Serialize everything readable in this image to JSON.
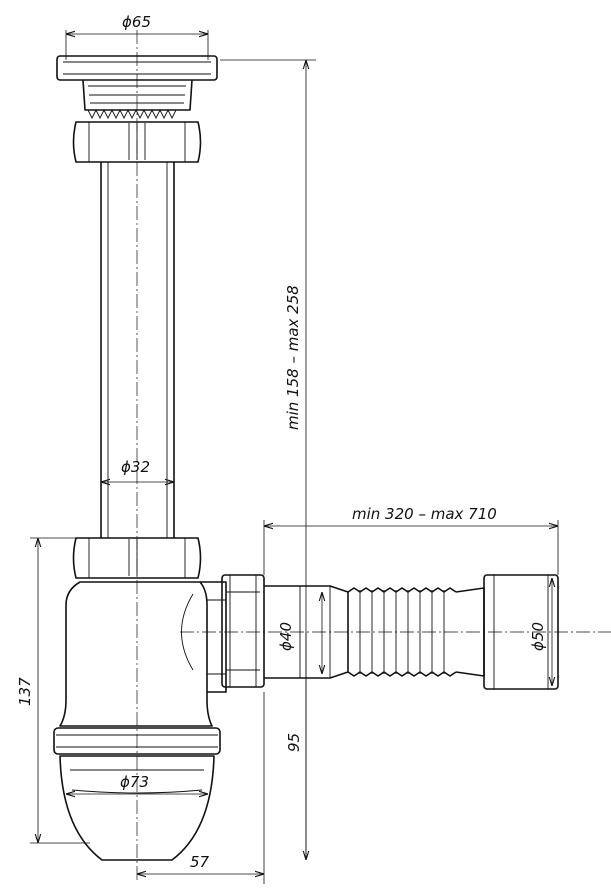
{
  "dimensions": {
    "outlet_diameter": "ϕ65",
    "pipe_height": "min 158 – max 258",
    "pipe_diameter": "ϕ32",
    "flex_length": "min 320 – max 710",
    "flex_inlet_diameter": "ϕ40",
    "flex_outlet_diameter": "ϕ50",
    "trap_height": "137",
    "outlet_height": "95",
    "bowl_diameter": "ϕ73",
    "bowl_offset": "57"
  }
}
